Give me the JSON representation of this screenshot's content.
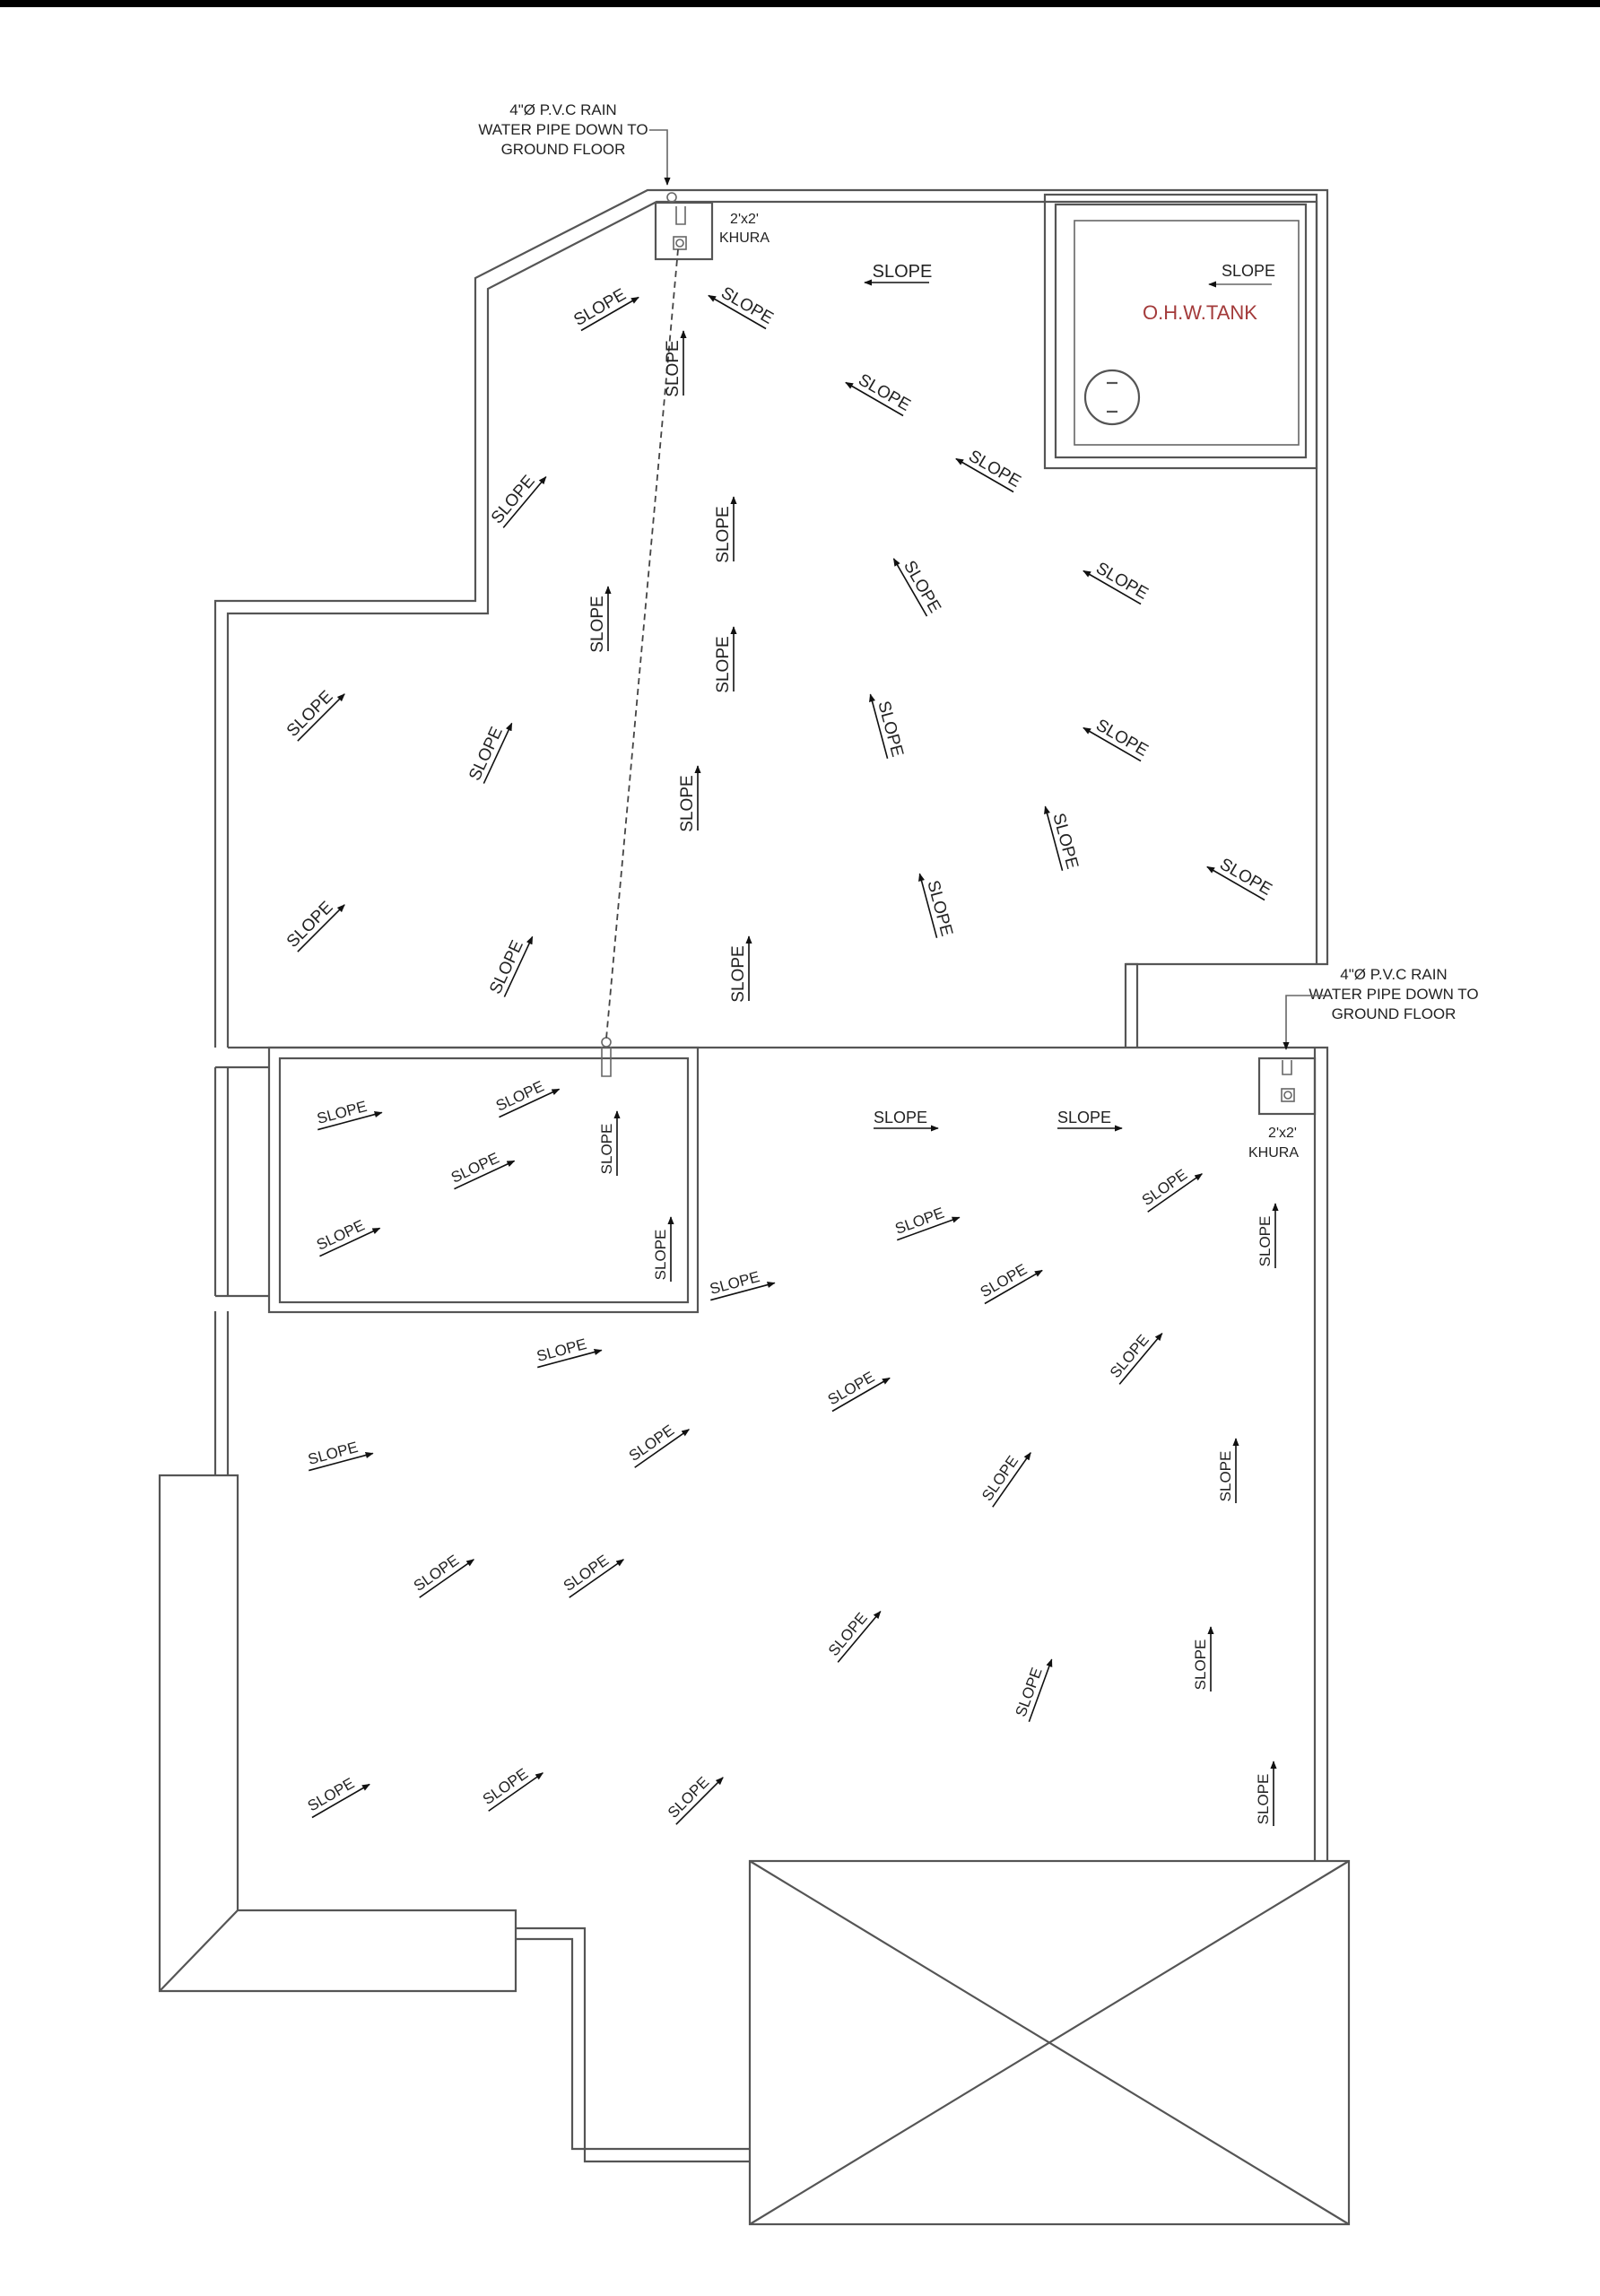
{
  "notes": {
    "pipe_note_top": [
      "4\"Ø P.V.C RAIN",
      "WATER PIPE DOWN TO",
      "GROUND FLOOR"
    ],
    "pipe_note_right": [
      "4\"Ø P.V.C RAIN",
      "WATER PIPE DOWN TO",
      "GROUND FLOOR"
    ],
    "khura_top": [
      "2'x2'",
      "KHURA"
    ],
    "khura_right": [
      "2'x2'",
      "KHURA"
    ],
    "tank_label": "O.H.W.TANK",
    "tank_slope": "SLOPE"
  },
  "colors": {
    "tank_label": "#a33a3a",
    "lines": "#555555",
    "text": "#222222",
    "top_bar": "#000000"
  },
  "slope_label": "SLOPE"
}
